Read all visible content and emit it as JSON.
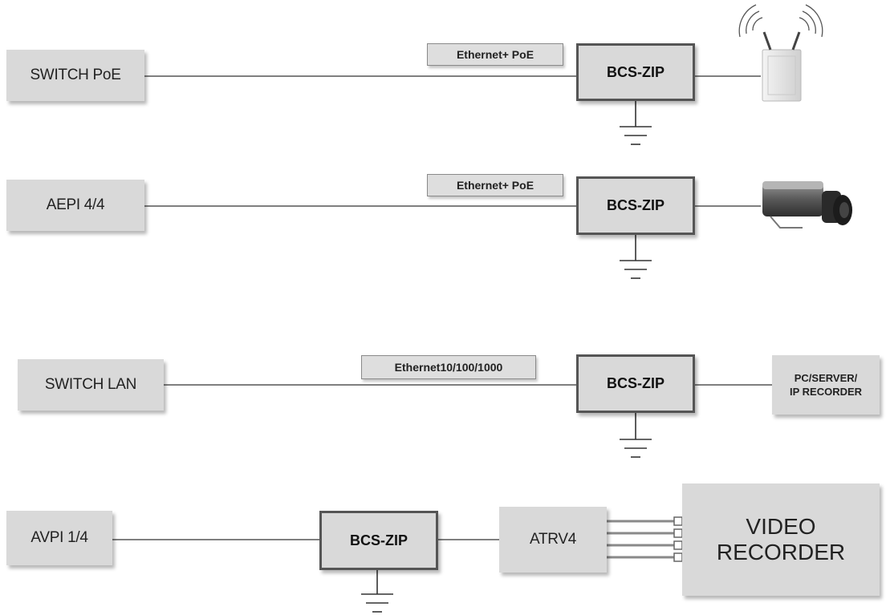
{
  "rows": [
    {
      "source_label": "SWITCH PoE",
      "cable_label": "Ethernet+ PoE",
      "protector_label": "BCS-ZIP",
      "device": "wifi-access-point-icon"
    },
    {
      "source_label": "AEPI 4/4",
      "cable_label": "Ethernet+ PoE",
      "protector_label": "BCS-ZIP",
      "device": "ip-camera-icon"
    },
    {
      "source_label": "SWITCH LAN",
      "cable_label": "Ethernet10/100/1000",
      "protector_label": "BCS-ZIP",
      "device_label_line1": "PC/SERVER/",
      "device_label_line2": "IP RECORDER"
    },
    {
      "source_label": "AVPI 1/4",
      "protector_label": "BCS-ZIP",
      "splitter_label": "ATRV4",
      "recorder_line1": "VIDEO",
      "recorder_line2": "RECORDER"
    }
  ],
  "colors": {
    "box_fill": "#d9d9d9",
    "protector_border": "#555555",
    "line": "#333333"
  }
}
